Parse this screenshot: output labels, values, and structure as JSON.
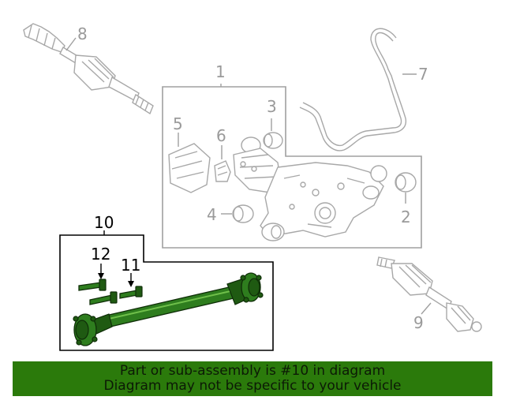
{
  "callouts": {
    "c1": "1",
    "c2": "2",
    "c3": "3",
    "c4": "4",
    "c5": "5",
    "c6": "6",
    "c7": "7",
    "c8": "8",
    "c9": "9",
    "c10": "10",
    "c11": "11",
    "c12": "12"
  },
  "highlight_color": "#2b7a0b",
  "banner": {
    "line1": "Part or sub-assembly is #10 in diagram",
    "line2": "Diagram may not be specific to your vehicle"
  }
}
